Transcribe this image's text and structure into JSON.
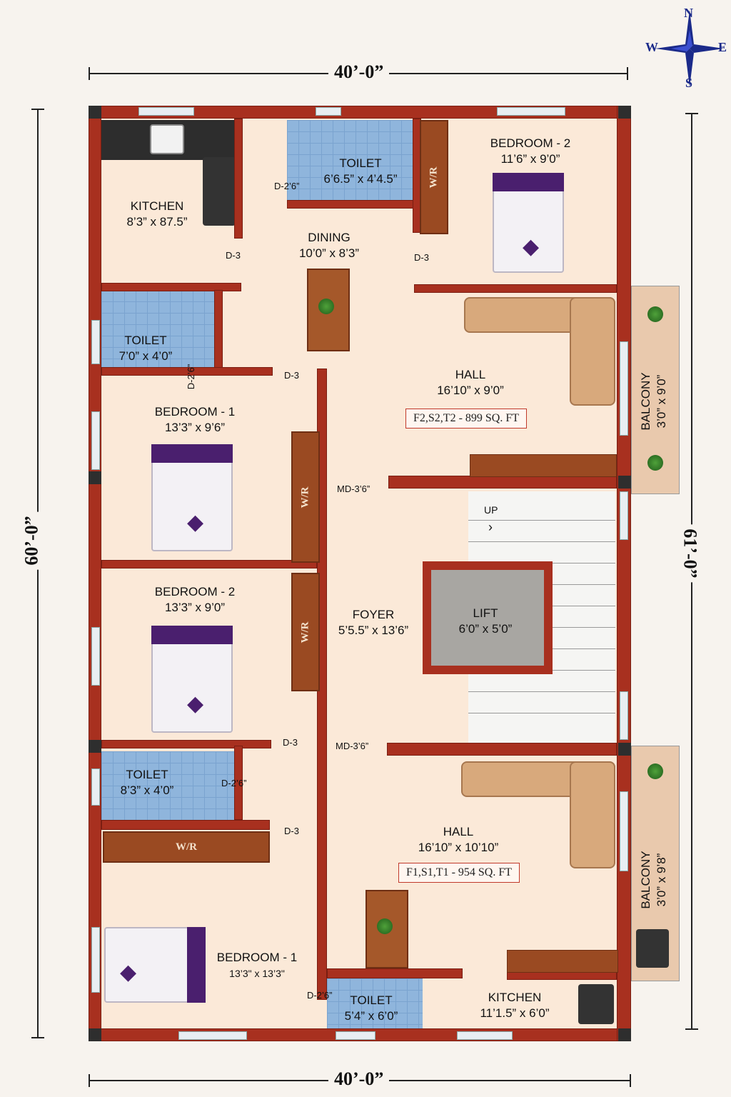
{
  "compass": {
    "n": "N",
    "s": "S",
    "e": "E",
    "w": "W"
  },
  "dimensions": {
    "top_width": "40’-0”",
    "bottom_width": "40’-0”",
    "left_height": "60’-0”",
    "right_height": "61’-0”"
  },
  "rooms": {
    "kitchen_top": {
      "name": "KITCHEN",
      "size": "8’3” x 87.5”"
    },
    "toilet_top": {
      "name": "TOILET",
      "size": "6’6.5” x 4’4.5”"
    },
    "bedroom2_top": {
      "name": "BEDROOM - 2",
      "size": "11’6” x 9’0”"
    },
    "dining": {
      "name": "DINING",
      "size": "10’0” x 8’3”"
    },
    "toilet_left": {
      "name": "TOILET",
      "size": "7’0” x 4’0”"
    },
    "hall_top": {
      "name": "HALL",
      "size": "16’10” x 9’0”"
    },
    "bedroom1_top": {
      "name": "BEDROOM - 1",
      "size": "13’3” x 9’6”"
    },
    "balcony_top": {
      "name": "BALCONY",
      "size": "3’0” x 9’0”"
    },
    "foyer": {
      "name": "FOYER",
      "size": "5’5.5” x 13’6”"
    },
    "lift": {
      "name": "LIFT",
      "size": "6’0” x 5’0”"
    },
    "bedroom2_mid": {
      "name": "BEDROOM - 2",
      "size": "13’3” x 9’0”"
    },
    "toilet_mid": {
      "name": "TOILET",
      "size": "8’3” x 4’0”"
    },
    "hall_bottom": {
      "name": "HALL",
      "size": "16’10” x 10’10”"
    },
    "balcony_bottom": {
      "name": "BALCONY",
      "size": "3’0” x 9’8”"
    },
    "bedroom1_bottom": {
      "name": "BEDROOM - 1",
      "size": "13’3\" x 13’3\""
    },
    "toilet_bottom": {
      "name": "TOILET",
      "size": "5’4” x 6’0”"
    },
    "kitchen_bottom": {
      "name": "KITCHEN",
      "size": "11’1.5” x 6’0”"
    }
  },
  "areas": {
    "upper": "F2,S2,T2 - 899 SQ. FT",
    "lower": "F1,S1,T1 - 954 SQ. FT"
  },
  "doors": {
    "d26_top": "D-2’6”",
    "d3_kitchen": "D-3",
    "d3_bed2": "D-3",
    "d26_toilet_left": "D-2’6”",
    "d3_bed1": "D-3",
    "md_top": "MD-3’6”",
    "d3_bed2mid": "D-3",
    "md_bottom": "MD-3’6”",
    "d26_toilet_mid": "D-2’6”",
    "d3_bed1bottom": "D-3",
    "d26_toilet_bottom": "D-2’6”"
  },
  "wardrobe": "W/R",
  "stairs_label": "UP",
  "colors": {
    "wall": "#a8301f",
    "floor": "#fbe9d8",
    "tile": "#8fb5dc",
    "area_border": "#c0392b",
    "bed_head": "#4a1f6e"
  }
}
